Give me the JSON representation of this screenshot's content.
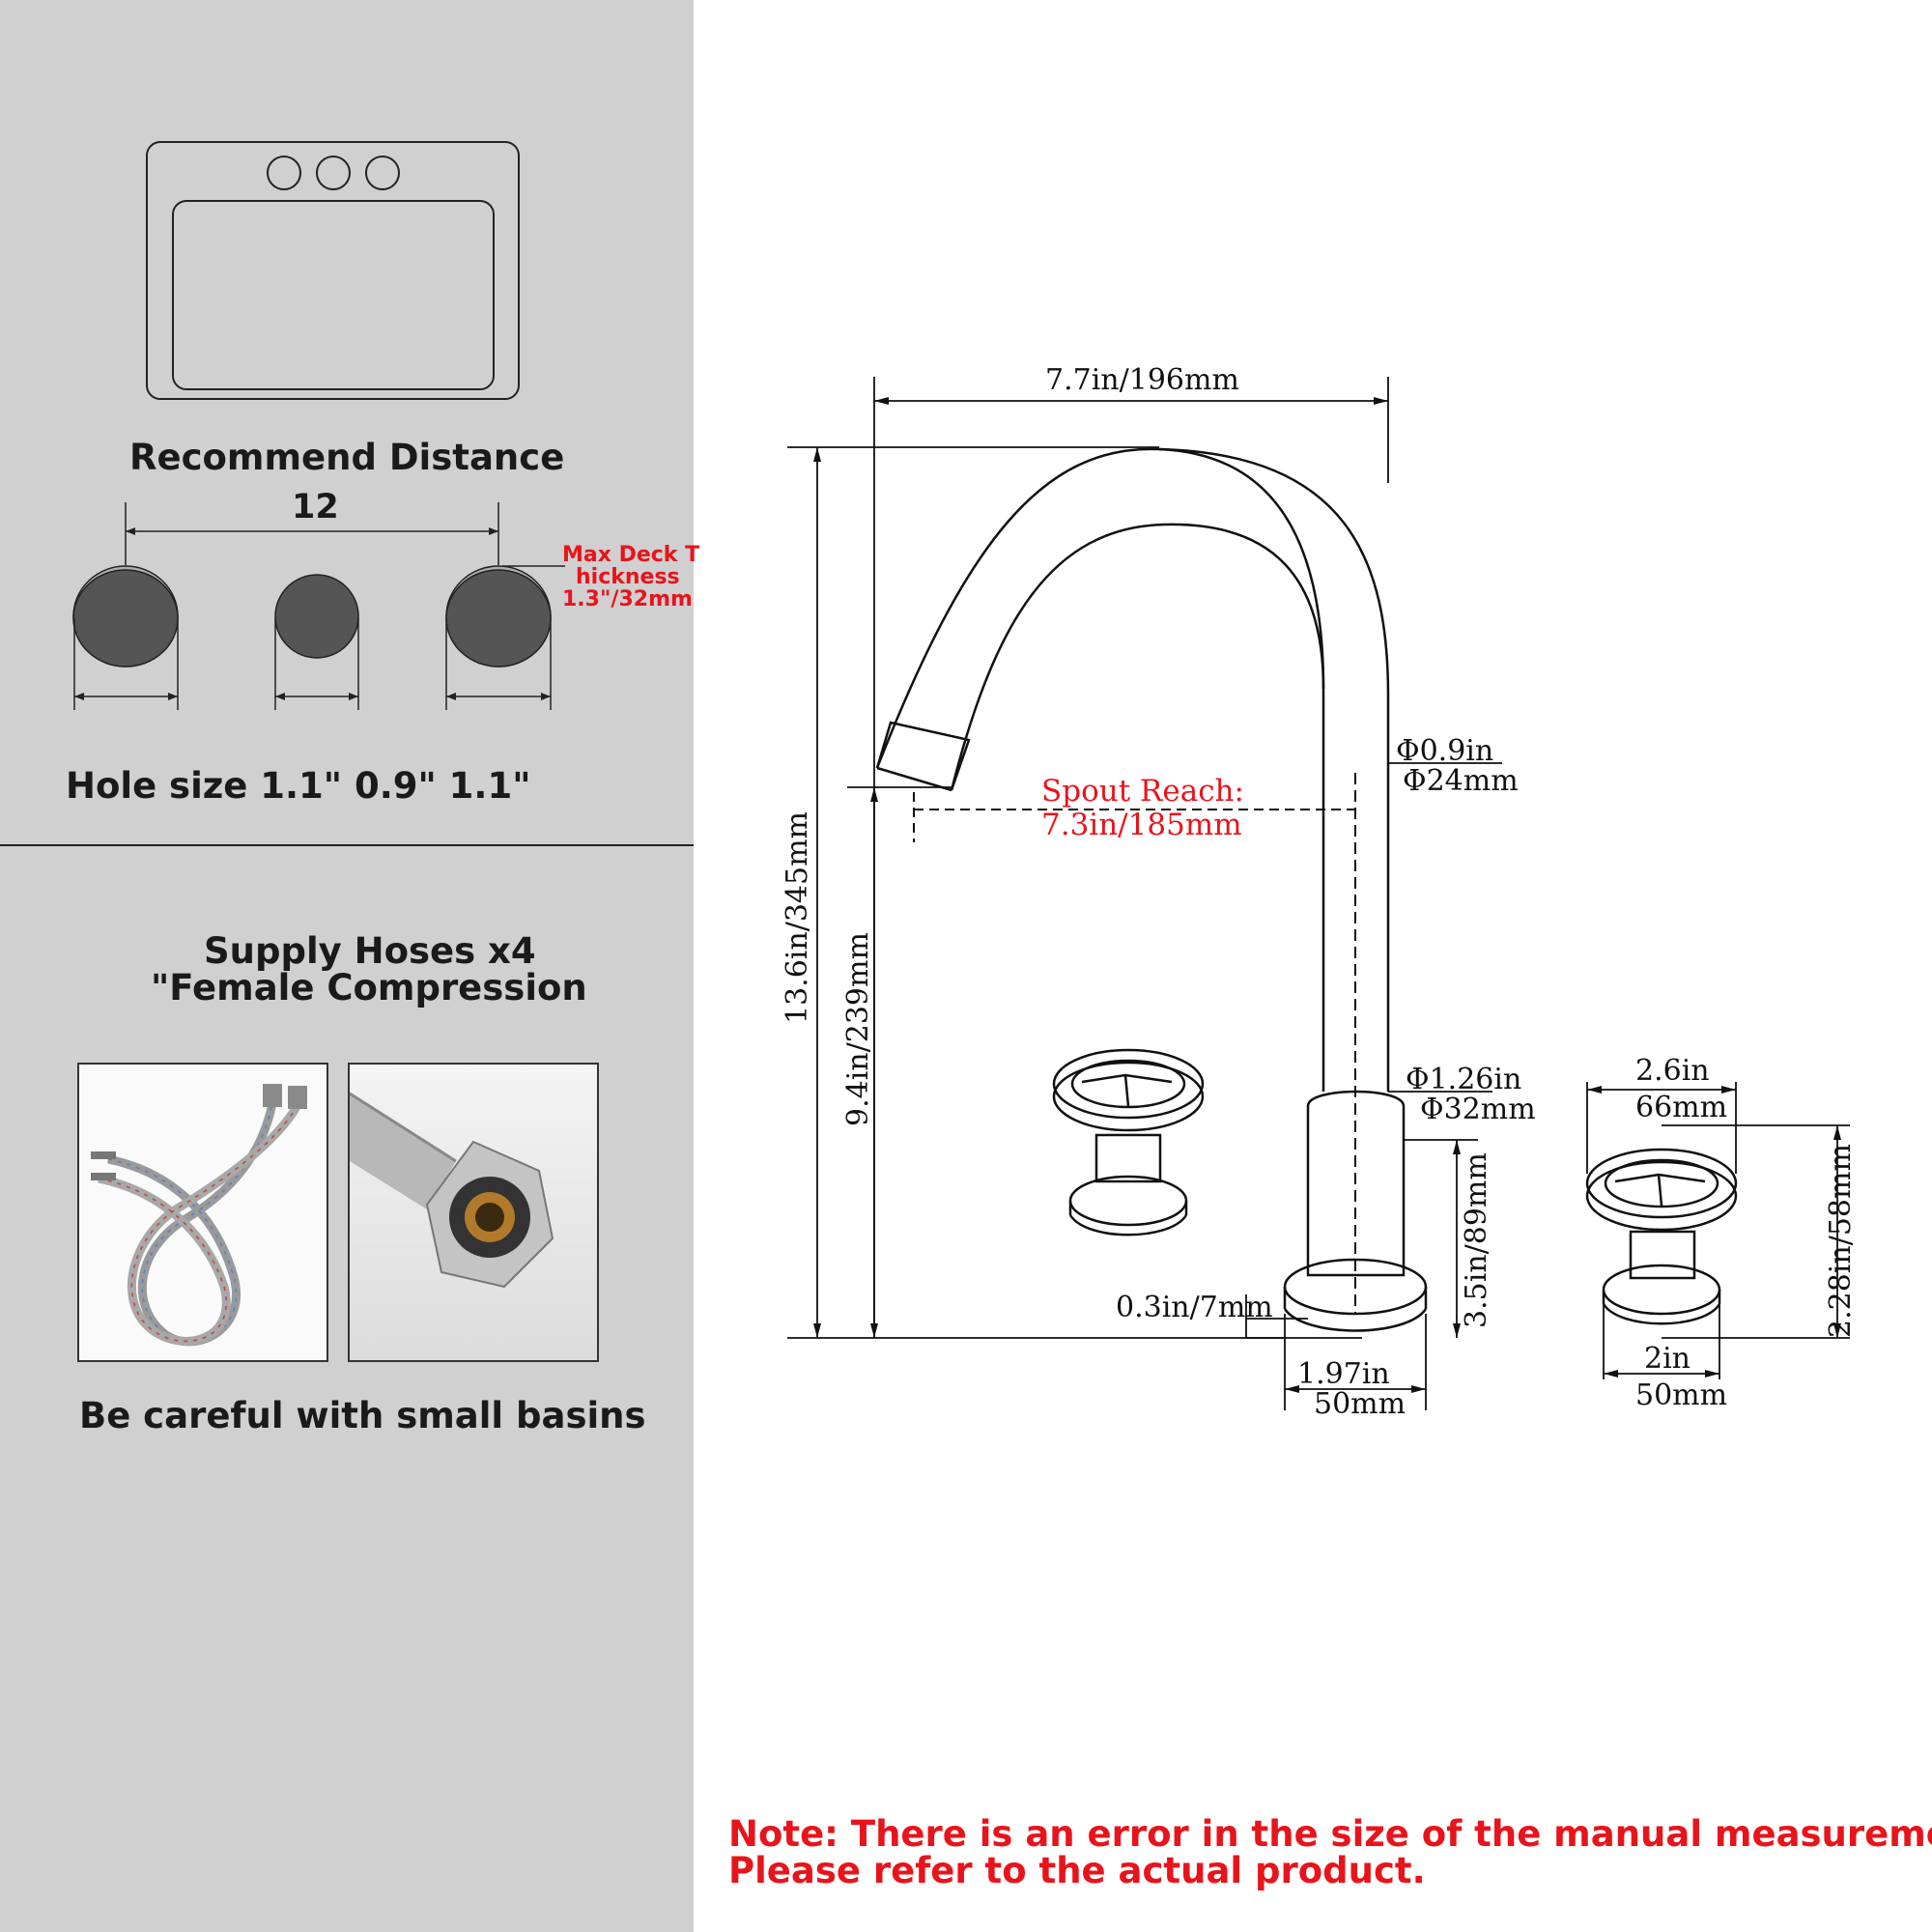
{
  "left": {
    "recommend_title": "Recommend Distance",
    "spread": "12",
    "max_deck": [
      "Max Deck T",
      "hickness",
      "1.3\"/32mm"
    ],
    "hole_size": "Hole size 1.1\" 0.9\" 1.1\"",
    "hoses_title": [
      "Supply Hoses x4",
      "\"Female Compression"
    ],
    "careful": "Be careful with small basins"
  },
  "drawing": {
    "top_width": "7.7in/196mm",
    "total_height": "13.6in/345mm",
    "spout_height": "9.4in/239mm",
    "spout_reach_label": "Spout Reach:",
    "spout_reach_value": "7.3in/185mm",
    "spout_dia": [
      "Φ0.9in",
      "Φ24mm"
    ],
    "base_dia": [
      "Φ1.26in",
      "Φ32mm"
    ],
    "base_height": "3.5in/89mm",
    "deck_gap": "0.3in/7mm",
    "base_width": [
      "1.97in",
      "50mm"
    ],
    "handle_width": [
      "2.6in",
      "66mm"
    ],
    "handle_height": "2.28in/58mm",
    "handle_base": [
      "2in",
      "50mm"
    ]
  },
  "note": [
    "Note: There is an error in the size of the manual measurement.",
    "Please refer to the actual product."
  ],
  "colors": {
    "panel": "#d0d0d0",
    "accent": "#e8141b",
    "ink": "#111111",
    "hole_fill": "#555555"
  }
}
